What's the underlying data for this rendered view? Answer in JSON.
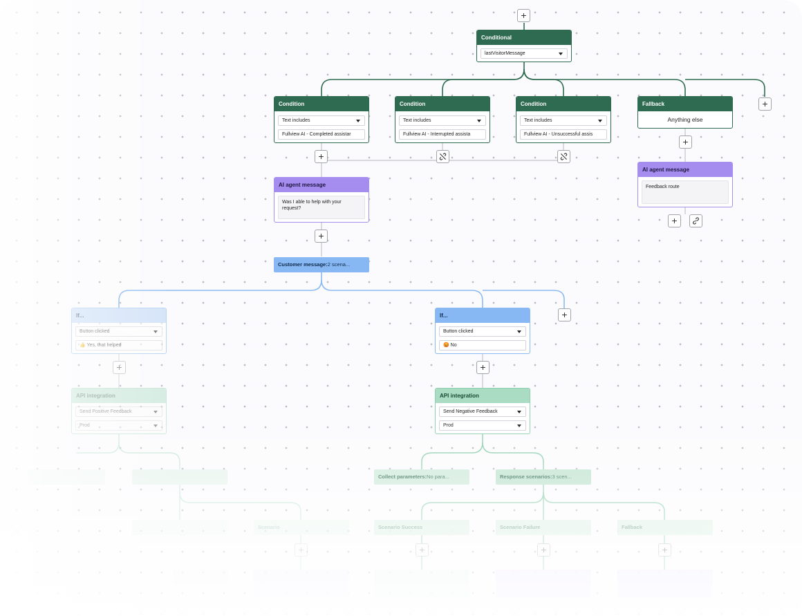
{
  "root": {
    "title": "Conditional",
    "select_value": "lastVisitorMessage"
  },
  "conditions": [
    {
      "title": "Condition",
      "operator": "Text includes",
      "value": "Fullview AI - Completed assistar"
    },
    {
      "title": "Condition",
      "operator": "Text includes",
      "value": "Fullview AI - Interrupted assista"
    },
    {
      "title": "Condition",
      "operator": "Text includes",
      "value": "Fullview AI - Unsuccessful assis"
    }
  ],
  "fallback": {
    "title": "Fallback",
    "value": "Anything else"
  },
  "ai_message_left": {
    "title": "AI agent message",
    "text": "Was I able to help with your request?"
  },
  "ai_message_right": {
    "title": "AI agent message",
    "text": "Feedback route"
  },
  "customer_message": {
    "label": "Customer message:",
    "detail": "2 scena..."
  },
  "if_left": {
    "title": "If...",
    "operator": "Button clicked",
    "value": "👍 Yes, that helped"
  },
  "if_right": {
    "title": "If...",
    "operator": "Button clicked",
    "value": "😡 No"
  },
  "api_left": {
    "title": "API integration",
    "action": "Send Positive Feedback",
    "env": "Prod"
  },
  "api_right": {
    "title": "API integration",
    "action": "Send Negative Feedback",
    "env": "Prod"
  },
  "collect_params": {
    "label": "Collect parameters:",
    "detail": "No para..."
  },
  "response_scenarios": {
    "label": "Response scenarios:",
    "detail": "3 scen..."
  },
  "scenarios": [
    {
      "label": "Scenario Success"
    },
    {
      "label": "Scenario Failure"
    },
    {
      "label": "Fallback"
    }
  ],
  "left_ghost": {
    "label": "Scenario"
  },
  "icons": {
    "plus": "plus-icon",
    "unlink": "unlink-icon",
    "link": "link-icon",
    "dropdown": "chevron-down-icon"
  },
  "colors": {
    "condition_green": "#2f6b50",
    "ai_purple": "#a58df0",
    "customer_blue": "#88b8f3",
    "api_mint": "#a9dcc2"
  }
}
